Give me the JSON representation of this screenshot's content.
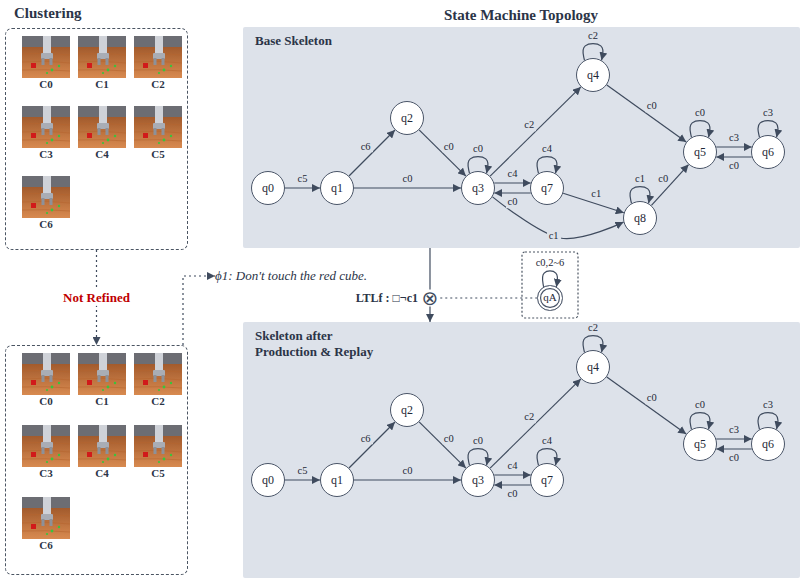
{
  "diagram": {
    "nodes": [
      {
        "text": [
          "Clustering"
        ]
      },
      {
        "text": [
          "C0"
        ],
        "in": 0
      },
      {
        "text": [
          "C1"
        ],
        "in": 0
      },
      {
        "text": [
          "C2"
        ],
        "in": 0
      },
      {
        "text": [
          "C3"
        ],
        "in": 0
      },
      {
        "text": [
          "C4"
        ],
        "in": 0
      },
      {
        "text": [
          "C5"
        ],
        "in": 0
      },
      {
        "text": [
          "C6"
        ],
        "in": 0
      },
      {
        "text": [
          "Base Skeleton"
        ]
      },
      {
        "text": [
          "q0"
        ],
        "in": 8
      },
      {
        "text": [
          "q1"
        ],
        "in": 8
      },
      {
        "text": [
          "q2"
        ],
        "in": 8
      },
      {
        "text": [
          "q3"
        ],
        "in": 8
      },
      {
        "text": [
          "q4"
        ],
        "in": 8
      },
      {
        "text": [
          "q5"
        ],
        "in": 8
      },
      {
        "text": [
          "q6"
        ],
        "in": 8
      },
      {
        "text": [
          "q7"
        ],
        "in": 8
      },
      {
        "text": [
          "q8"
        ],
        "in": 8
      },
      {
        "text": [
          "ϕ1: Don't touch the red cube."
        ]
      },
      {
        "text": [
          "⊗"
        ]
      },
      {
        "text": [
          "qA"
        ]
      },
      {
        "text": []
      },
      {
        "text": [
          "C0"
        ],
        "in": 21
      },
      {
        "text": [
          "C1"
        ],
        "in": 21
      },
      {
        "text": [
          "C2"
        ],
        "in": 21
      },
      {
        "text": [
          "C3"
        ],
        "in": 21
      },
      {
        "text": [
          "C4"
        ],
        "in": 21
      },
      {
        "text": [
          "C5"
        ],
        "in": 21
      },
      {
        "text": [
          "C6"
        ],
        "in": 21
      },
      {
        "text": [
          "Skeleton after Production & Replay"
        ]
      },
      {
        "text": [
          "q0"
        ],
        "in": 29
      },
      {
        "text": [
          "q1"
        ],
        "in": 29
      },
      {
        "text": [
          "q2"
        ],
        "in": 29
      },
      {
        "text": [
          "q3"
        ],
        "in": 29
      },
      {
        "text": [
          "q4"
        ],
        "in": 29
      },
      {
        "text": [
          "q5"
        ],
        "in": 29
      },
      {
        "text": [
          "q6"
        ],
        "in": 29
      },
      {
        "text": [
          "q7"
        ],
        "in": 29
      }
    ],
    "edges": [
      {
        "from": 0,
        "to": 21,
        "label": "Not Refined",
        "arrow": "to"
      },
      {
        "from": 21,
        "to": 18,
        "arrow": "to"
      },
      {
        "from": 8,
        "to": 19,
        "arrow": "none"
      },
      {
        "from": 19,
        "to": 29,
        "arrow": "to"
      },
      {
        "from": 20,
        "to": 19,
        "arrow": "none"
      },
      {
        "from": 20,
        "to": 20,
        "label": "c0,2~6",
        "arrow": "to"
      },
      {
        "from": 9,
        "to": 10,
        "label": "c5",
        "arrow": "to"
      },
      {
        "from": 10,
        "to": 11,
        "label": "c6",
        "arrow": "to"
      },
      {
        "from": 10,
        "to": 12,
        "label": "c0",
        "arrow": "to"
      },
      {
        "from": 11,
        "to": 12,
        "label": "c0",
        "arrow": "to"
      },
      {
        "from": 12,
        "to": 12,
        "label": "c0",
        "arrow": "to"
      },
      {
        "from": 12,
        "to": 13,
        "label": "c2",
        "arrow": "to"
      },
      {
        "from": 13,
        "to": 13,
        "label": "c2",
        "arrow": "to"
      },
      {
        "from": 13,
        "to": 14,
        "label": "c0",
        "arrow": "to"
      },
      {
        "from": 12,
        "to": 16,
        "label": "c4",
        "arrow": "to"
      },
      {
        "from": 16,
        "to": 16,
        "label": "c4",
        "arrow": "to"
      },
      {
        "from": 16,
        "to": 12,
        "label": "c0",
        "arrow": "to"
      },
      {
        "from": 16,
        "to": 17,
        "label": "c1",
        "arrow": "to"
      },
      {
        "from": 12,
        "to": 17,
        "label": "c1",
        "arrow": "to"
      },
      {
        "from": 17,
        "to": 17,
        "label": "c1",
        "arrow": "to"
      },
      {
        "from": 17,
        "to": 14,
        "label": "c0",
        "arrow": "to"
      },
      {
        "from": 14,
        "to": 14,
        "label": "c0",
        "arrow": "to"
      },
      {
        "from": 14,
        "to": 15,
        "label": "c3",
        "arrow": "to"
      },
      {
        "from": 15,
        "to": 15,
        "label": "c3",
        "arrow": "to"
      },
      {
        "from": 15,
        "to": 14,
        "label": "c0",
        "arrow": "to"
      },
      {
        "from": 30,
        "to": 31,
        "label": "c5",
        "arrow": "to"
      },
      {
        "from": 31,
        "to": 32,
        "label": "c6",
        "arrow": "to"
      },
      {
        "from": 31,
        "to": 33,
        "label": "c0",
        "arrow": "to"
      },
      {
        "from": 32,
        "to": 33,
        "label": "c0",
        "arrow": "to"
      },
      {
        "from": 33,
        "to": 33,
        "label": "c0",
        "arrow": "to"
      },
      {
        "from": 33,
        "to": 34,
        "label": "c2",
        "arrow": "to"
      },
      {
        "from": 34,
        "to": 34,
        "label": "c2",
        "arrow": "to"
      },
      {
        "from": 34,
        "to": 35,
        "label": "c0",
        "arrow": "to"
      },
      {
        "from": 33,
        "to": 37,
        "label": "c4",
        "arrow": "to"
      },
      {
        "from": 37,
        "to": 37,
        "label": "c4",
        "arrow": "to"
      },
      {
        "from": 37,
        "to": 33,
        "label": "c0",
        "arrow": "to"
      },
      {
        "from": 35,
        "to": 35,
        "label": "c0",
        "arrow": "to"
      },
      {
        "from": 35,
        "to": 36,
        "label": "c3",
        "arrow": "to"
      },
      {
        "from": 36,
        "to": 36,
        "label": "c3",
        "arrow": "to"
      },
      {
        "from": 36,
        "to": 35,
        "label": "c0",
        "arrow": "to"
      }
    ],
    "labels": [
      "State Machine Topology",
      "LTLf : □¬c1"
    ]
  }
}
